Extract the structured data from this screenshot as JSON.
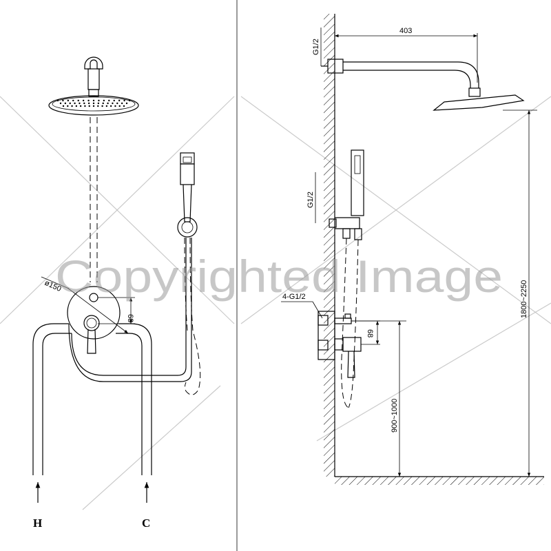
{
  "watermark": {
    "text": "Copyrighted Image"
  },
  "front_view": {
    "diameter_label": "ø150",
    "offset_label": "68",
    "hot_label": "H",
    "cold_label": "C"
  },
  "side_view": {
    "arm_length_label": "403",
    "shower_inlet_label": "G1/2",
    "hand_inlet_label": "G1/2",
    "valve_inlets_label": "4-G1/2",
    "valve_offset_label": "68",
    "valve_height_label": "900~1000",
    "head_height_label": "1800~2250"
  }
}
